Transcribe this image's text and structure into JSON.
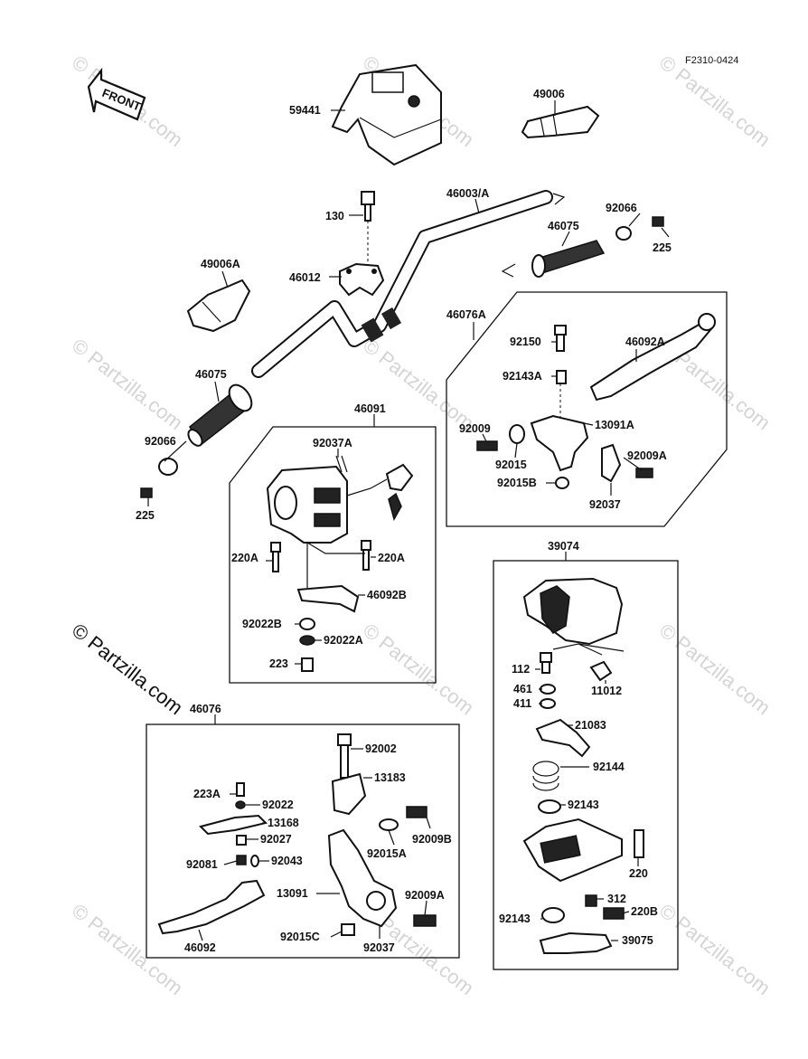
{
  "figure_code": "F2310-0424",
  "front_label": "FRONT",
  "watermark": "© Partzilla.com",
  "labels": {
    "p59441": "59441",
    "p49006": "49006",
    "p46003A": "46003/A",
    "p130": "130",
    "p92066_r": "92066",
    "p46075_r": "46075",
    "p225_r": "225",
    "p49006A": "49006A",
    "p46012": "46012",
    "p46076A": "46076A",
    "p92150": "92150",
    "p46092A": "46092A",
    "p92143A": "92143A",
    "p92009": "92009",
    "p13091A": "13091A",
    "p92015": "92015",
    "p92009A_r": "92009A",
    "p92015B": "92015B",
    "p92037_r": "92037",
    "p46075_l": "46075",
    "p92066_l": "92066",
    "p225_l": "225",
    "p46091": "46091",
    "p92037A": "92037A",
    "p220A_l": "220A",
    "p220A_r": "220A",
    "p46092B": "46092B",
    "p92022B": "92022B",
    "p92022A": "92022A",
    "p223": "223",
    "p39074": "39074",
    "p112": "112",
    "p461": "461",
    "p11012": "11012",
    "p411": "411",
    "p21083": "21083",
    "p92144": "92144",
    "p92143_a": "92143",
    "p220": "220",
    "p312": "312",
    "p220B": "220B",
    "p92143_b": "92143",
    "p39075": "39075",
    "p46076": "46076",
    "p92002": "92002",
    "p13183": "13183",
    "p223A": "223A",
    "p92022": "92022",
    "p13168": "13168",
    "p92009B": "92009B",
    "p92027": "92027",
    "p92015A": "92015A",
    "p92081": "92081",
    "p92043": "92043",
    "p13091": "13091",
    "p92009A_b": "92009A",
    "p46092": "46092",
    "p92015C": "92015C",
    "p92037_b": "92037"
  }
}
